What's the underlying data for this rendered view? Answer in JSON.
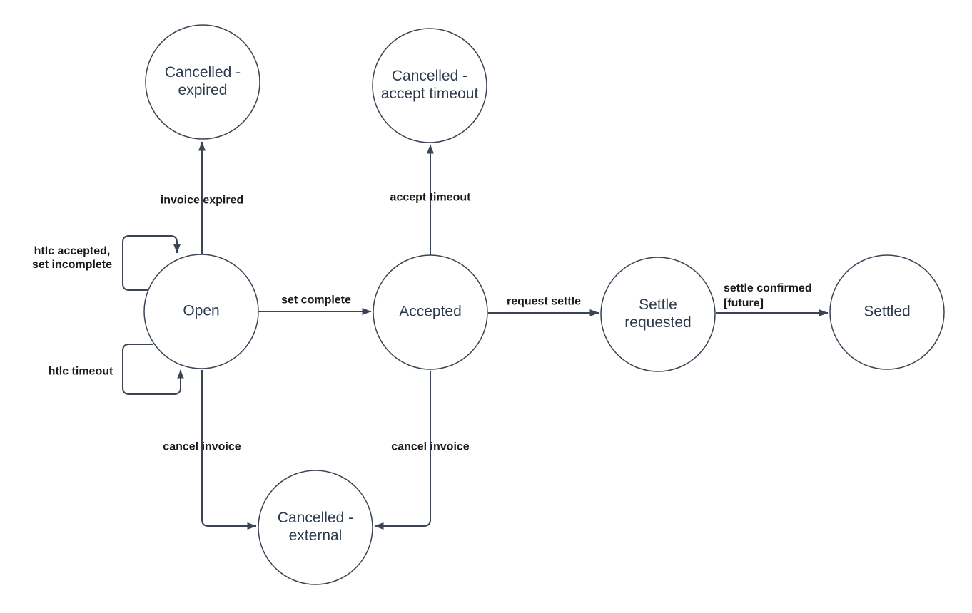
{
  "diagram": {
    "type": "state-machine",
    "background_color": "#ffffff",
    "stroke_color": "#3b4454",
    "node_text_color": "#2e3a4d",
    "edge_label_color": "#1a1a1a",
    "nodes": [
      {
        "id": "open",
        "label": "Open"
      },
      {
        "id": "accepted",
        "label": "Accepted"
      },
      {
        "id": "settle-requested",
        "label": "Settle\nrequested"
      },
      {
        "id": "settled",
        "label": "Settled"
      },
      {
        "id": "cancelled-expired",
        "label": "Cancelled -\nexpired"
      },
      {
        "id": "cancelled-accept-timeout",
        "label": "Cancelled -\naccept timeout"
      },
      {
        "id": "cancelled-external",
        "label": "Cancelled -\nexternal"
      }
    ],
    "edges": [
      {
        "from": "open",
        "to": "open",
        "label": "htlc accepted,\nset incomplete"
      },
      {
        "from": "open",
        "to": "open",
        "label": "htlc timeout"
      },
      {
        "from": "open",
        "to": "cancelled-expired",
        "label": "invoice expired"
      },
      {
        "from": "open",
        "to": "accepted",
        "label": "set complete"
      },
      {
        "from": "accepted",
        "to": "cancelled-accept-timeout",
        "label": "accept timeout"
      },
      {
        "from": "accepted",
        "to": "settle-requested",
        "label": "request settle"
      },
      {
        "from": "settle-requested",
        "to": "settled",
        "label": "settle confirmed\n[future]"
      },
      {
        "from": "open",
        "to": "cancelled-external",
        "label": "cancel invoice"
      },
      {
        "from": "accepted",
        "to": "cancelled-external",
        "label": "cancel invoice"
      }
    ]
  }
}
